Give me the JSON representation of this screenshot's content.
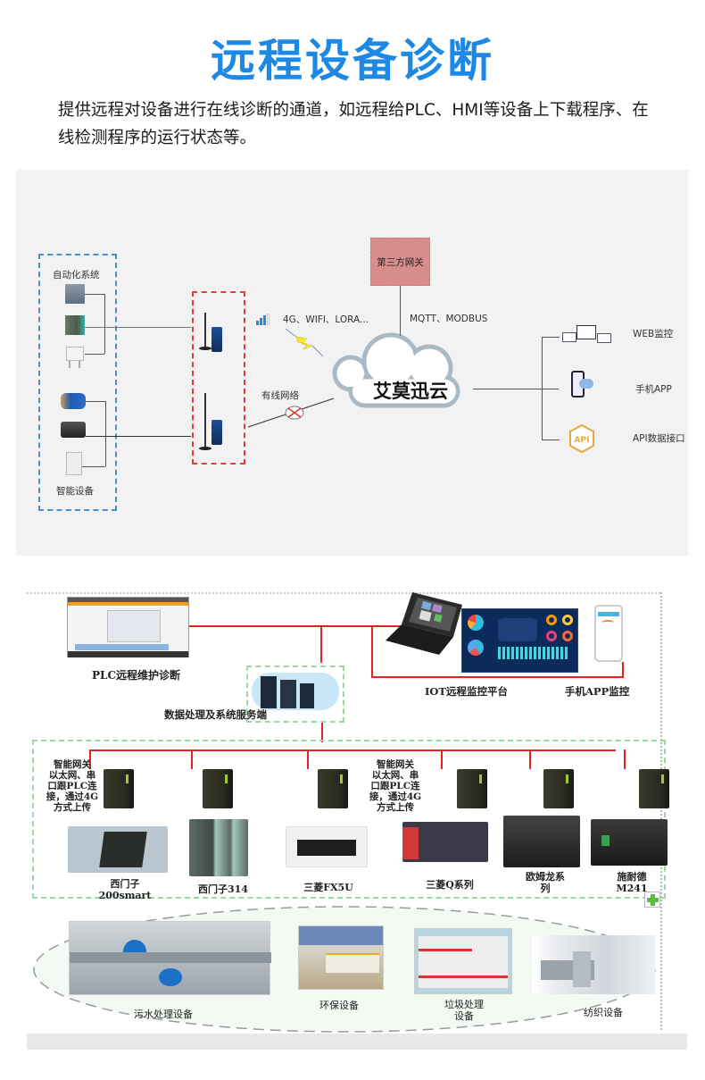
{
  "header": {
    "title": "远程设备诊断",
    "intro": "提供远程对设备进行在线诊断的通道，如远程给PLC、HMI等设备上下载程序、在线检测程序的运行状态等。"
  },
  "diagram1": {
    "group_automation_label": "自动化系统",
    "group_smart_label": "智能设备",
    "wireless_label": "4G、WIFI、LORA...",
    "wired_label": "有线网络",
    "third_party_gateway": "第三方网关",
    "protocol_label": "MQTT、MODBUS",
    "cloud_label": "艾莫迅云",
    "outputs": [
      {
        "label": "WEB监控",
        "icon": "monitor-icon"
      },
      {
        "label": "手机APP",
        "icon": "mobile-app-icon"
      },
      {
        "label": "API数据接口",
        "icon": "api-icon"
      }
    ]
  },
  "diagram2": {
    "plc_remote_label": "PLC远程维护诊断",
    "server_label": "数据处理及系统服务端",
    "iot_platform_label": "IOT远程监控平台",
    "mobile_monitor_label": "手机APP监控",
    "gateway_note_left": "智能网关\n以太网、串\n口跟PLC连\n接，通过4G\n方式上传",
    "gateway_note_mid": "智能网关\n以太网、串\n口跟PLC连\n接，通过4G\n方式上传",
    "plcs": [
      {
        "label": "西门子\n200smart"
      },
      {
        "label": "西门子314"
      },
      {
        "label": "三菱FX5U"
      },
      {
        "label": "三菱Q系列"
      },
      {
        "label": "欧姆龙系\n列"
      },
      {
        "label": "施耐德\nM241"
      }
    ],
    "equipment": [
      {
        "label": "污水处理设备"
      },
      {
        "label": "环保设备"
      },
      {
        "label": "垃圾处理\n设备"
      },
      {
        "label": "纺织设备"
      }
    ]
  }
}
